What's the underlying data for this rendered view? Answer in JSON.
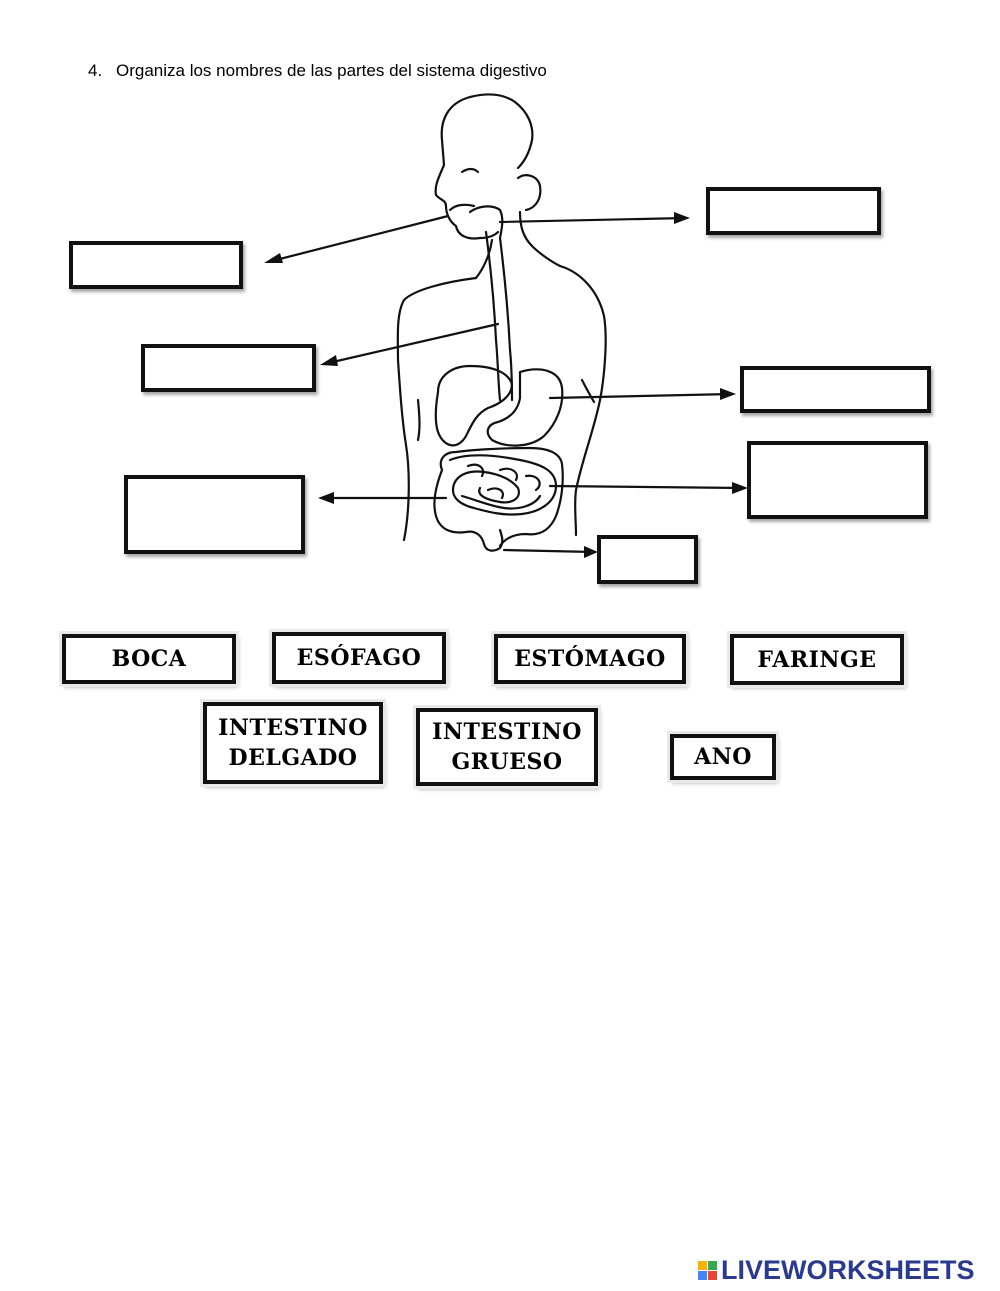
{
  "instruction": {
    "number": "4.",
    "text": "Organiza los nombres de las partes del sistema digestivo"
  },
  "word_bank": [
    {
      "lines": [
        "BOCA"
      ]
    },
    {
      "lines": [
        "ESÓFAGO"
      ]
    },
    {
      "lines": [
        "ESTÓMAGO"
      ]
    },
    {
      "lines": [
        "FARINGE"
      ]
    },
    {
      "lines": [
        "INTESTINO",
        "DELGADO"
      ]
    },
    {
      "lines": [
        "INTESTINO",
        "GRUESO"
      ]
    },
    {
      "lines": [
        "ANO"
      ]
    }
  ],
  "answer_boxes": [
    "",
    "",
    "",
    "",
    "",
    "",
    ""
  ],
  "footer": {
    "brand": "LIVEWORKSHEETS",
    "brand_color": "#2a3b8f",
    "mark_colors": [
      "#f4b400",
      "#34a853",
      "#4285f4",
      "#ea4335"
    ]
  }
}
